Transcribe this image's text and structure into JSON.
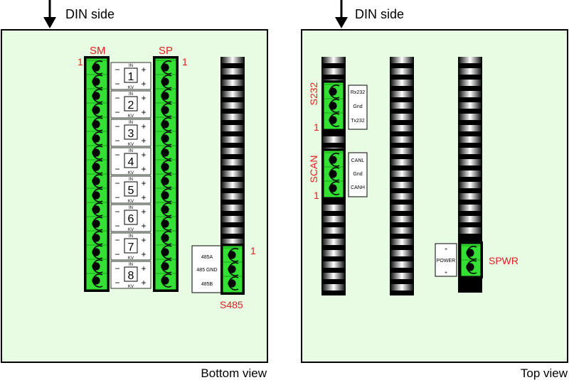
{
  "colors": {
    "board": "#e8fbe3",
    "terminal": "#33e033",
    "red_label": "#e02020",
    "outline": "#000000"
  },
  "icons": {
    "din_arrow": "down-arrow-icon",
    "screw": "screw-terminal-icon"
  },
  "bottom_view": {
    "din_label": "DIN side",
    "view_label": "Bottom view",
    "sm": {
      "label": "SM",
      "pin1": "1"
    },
    "sp": {
      "label": "SP",
      "pin1": "1"
    },
    "channels": [
      {
        "num": "1",
        "in": "IN",
        "kv": "KV",
        "minus": "−",
        "plus": "+"
      },
      {
        "num": "2",
        "in": "IN",
        "kv": "KV",
        "minus": "−",
        "plus": "+"
      },
      {
        "num": "3",
        "in": "IN",
        "kv": "KV",
        "minus": "−",
        "plus": "+"
      },
      {
        "num": "4",
        "in": "IN",
        "kv": "KV",
        "minus": "−",
        "plus": "+"
      },
      {
        "num": "5",
        "in": "IN",
        "kv": "KV",
        "minus": "−",
        "plus": "+"
      },
      {
        "num": "6",
        "in": "IN",
        "kv": "KV",
        "minus": "−",
        "plus": "+"
      },
      {
        "num": "7",
        "in": "IN",
        "kv": "KV",
        "minus": "−",
        "plus": "+"
      },
      {
        "num": "8",
        "in": "IN",
        "kv": "KV",
        "minus": "−",
        "plus": "+"
      }
    ],
    "s485": {
      "label": "S485",
      "pin1": "1",
      "pins": [
        "485A",
        "485 GND",
        "485B"
      ]
    }
  },
  "top_view": {
    "din_label": "DIN side",
    "view_label": "Top view",
    "s232": {
      "label": "S232",
      "pin1": "1",
      "pins": [
        "Rx232",
        "Gnd",
        "Tx232"
      ]
    },
    "scan": {
      "label": "SCAN",
      "pin1": "1",
      "pins": [
        "CANL",
        "Gnd",
        "CANH"
      ]
    },
    "spwr": {
      "label": "SPWR",
      "power_label": "POWER",
      "minus": "+",
      "plus": "+"
    }
  }
}
